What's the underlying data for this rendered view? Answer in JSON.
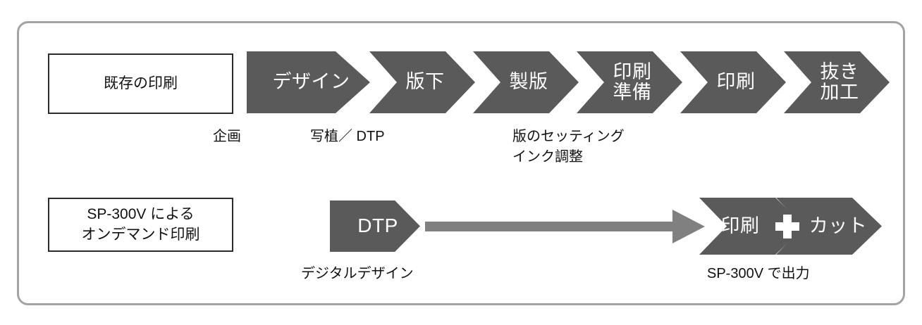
{
  "diagram": {
    "title_hidden": "",
    "colors": {
      "frame_border": "#a3a3a3",
      "box_border": "#2b2b2b",
      "chevron_fill": "#5a5a5a",
      "chevron_edge": "#242424",
      "chevron_text": "#ffffff",
      "arrow": "#808080",
      "caption_text": "#111111",
      "background": "#ffffff"
    },
    "rows": [
      {
        "name": "conventional-printing",
        "label_box": "既存の印刷",
        "steps": [
          {
            "label": "デザイン",
            "shape": "pentagon"
          },
          {
            "label": "版下",
            "shape": "chevron"
          },
          {
            "label": "製版",
            "shape": "chevron"
          },
          {
            "label": "印刷\n準備",
            "shape": "chevron"
          },
          {
            "label": "印刷",
            "shape": "chevron"
          },
          {
            "label": "抜き\n加工",
            "shape": "chevron"
          }
        ],
        "captions": [
          "企画",
          "写植／ DTP",
          "版のセッティング\nインク調整"
        ]
      },
      {
        "name": "on-demand-printing",
        "label_box": "SP-300V による\nオンデマンド印刷",
        "steps": [
          {
            "label": "DTP",
            "shape": "pentagon"
          },
          {
            "label": "印刷",
            "shape": "chevron"
          },
          {
            "label": "カット",
            "shape": "chevron"
          }
        ],
        "connector": "arrow-right",
        "plus_sign": "+",
        "captions": [
          "デジタルデザイン",
          "SP-300V で出力"
        ]
      }
    ]
  }
}
